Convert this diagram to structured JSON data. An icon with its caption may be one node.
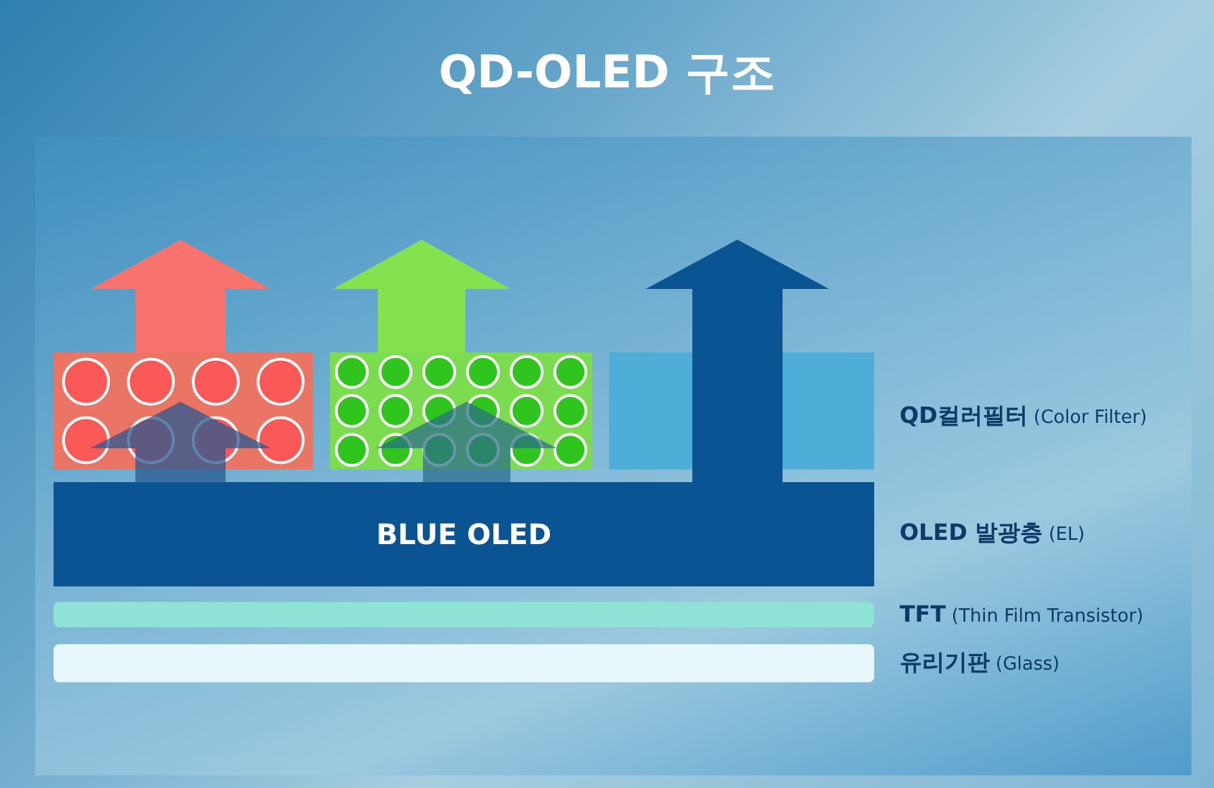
{
  "diagram": {
    "title": "QD-OLED 구조",
    "nodes": [
      {
        "text": [],
        "shape": "box"
      },
      {
        "text": [],
        "shape": "box"
      },
      {
        "text": [],
        "shape": "box"
      },
      {
        "text": [
          "BLUE OLED"
        ],
        "beside": [
          "**OLED 발광층** (EL)"
        ]
      },
      {
        "text": [],
        "shape": "bar",
        "beside": [
          "**TFT** (Thin Film Transistor)"
        ]
      },
      {
        "text": [],
        "shape": "bar",
        "beside": [
          "**유리기판** (Glass)"
        ]
      }
    ],
    "edges": [
      {
        "from": 3,
        "to": 0,
        "arrow": "to",
        "color": "#2a5a90"
      },
      {
        "from": 3,
        "to": 1,
        "arrow": "to",
        "color": "#2a6a8a"
      },
      {
        "from": 0,
        "to": null,
        "arrow": "to",
        "color": "#f8736d"
      },
      {
        "from": 1,
        "to": null,
        "arrow": "to",
        "color": "#85e24e"
      },
      {
        "from": 3,
        "to": null,
        "arrow": "to",
        "color": "#0a5493"
      }
    ],
    "labels": [
      "**QD컬러필터** (Color Filter)"
    ]
  }
}
